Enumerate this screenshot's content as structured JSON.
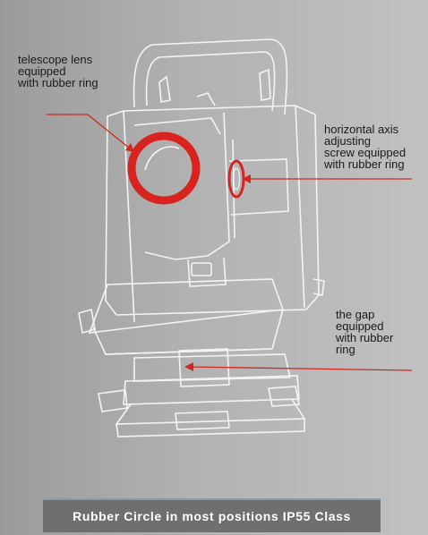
{
  "callouts": {
    "lens": "telescope lens\nequipped\nwith rubber ring",
    "axis": "horizontal axis\nadjusting\nscrew equipped\nwith rubber ring",
    "gap": "the gap\nequipped\nwith rubber\nring"
  },
  "banner": {
    "text": "Rubber Circle in most positions IP55 Class"
  },
  "colors": {
    "highlight_ring": "#d8231e",
    "leader_line": "#cc2a20",
    "outline": "#f2f2f2",
    "banner_bg": "#6f6f6f"
  }
}
